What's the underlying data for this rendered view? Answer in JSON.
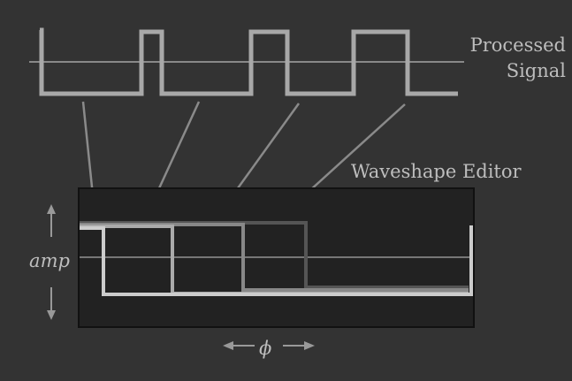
{
  "labels": {
    "processed_line1": "Processed",
    "processed_line2": "Signal",
    "editor": "Waveshape Editor",
    "amp": "amp",
    "phase": "ϕ"
  },
  "icons": {
    "amp_up": "arrow-up",
    "amp_down": "arrow-down",
    "phase_left": "arrow-left",
    "phase_right": "arrow-right"
  },
  "colors": {
    "background": "#333333",
    "editor_bg": "#222222",
    "signal": "#a8a8a8",
    "wave1": "#cccccc",
    "wave2": "#aaaaaa",
    "wave3": "#888888",
    "wave4": "#555555"
  }
}
